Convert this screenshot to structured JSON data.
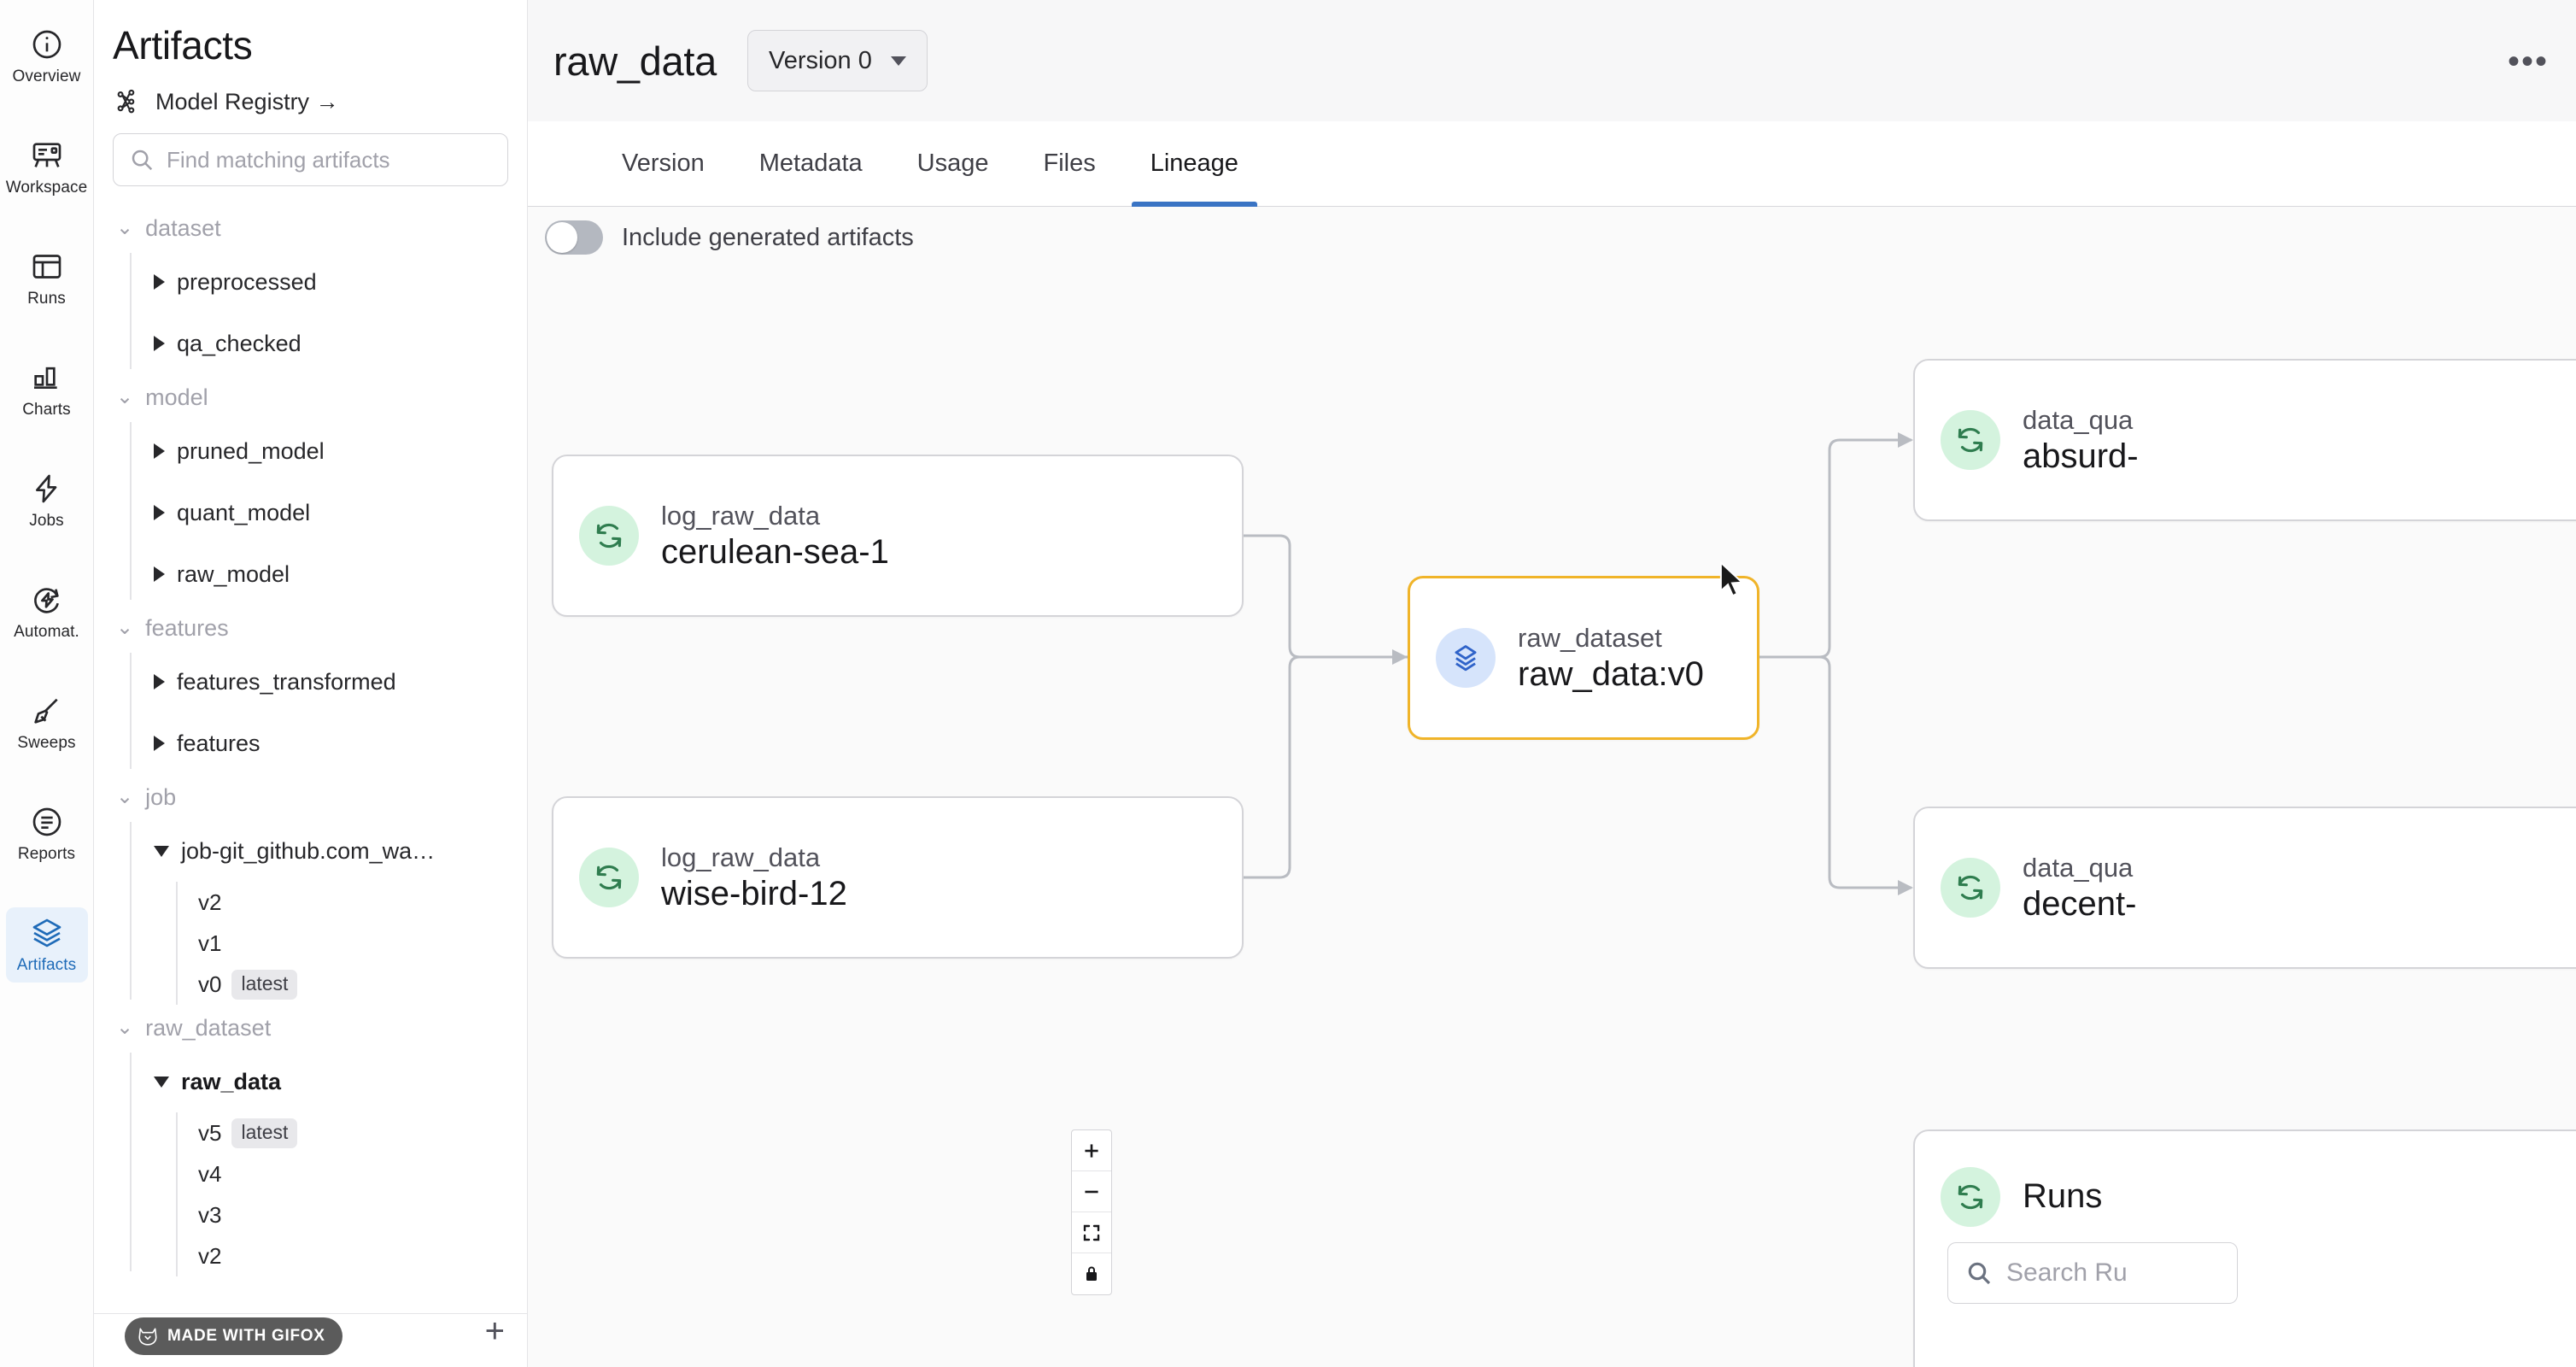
{
  "rail": {
    "items": [
      {
        "label": "Overview",
        "icon": "info-circle-icon",
        "active": false
      },
      {
        "label": "Workspace",
        "icon": "workspace-icon",
        "active": false
      },
      {
        "label": "Runs",
        "icon": "table-icon",
        "active": false
      },
      {
        "label": "Charts",
        "icon": "bar-chart-icon",
        "active": false
      },
      {
        "label": "Jobs",
        "icon": "bolt-icon",
        "active": false
      },
      {
        "label": "Automat.",
        "icon": "automation-icon",
        "active": false
      },
      {
        "label": "Sweeps",
        "icon": "broom-icon",
        "active": false
      },
      {
        "label": "Reports",
        "icon": "document-icon",
        "active": false
      },
      {
        "label": "Artifacts",
        "icon": "layers-icon",
        "active": true
      }
    ]
  },
  "panel": {
    "title": "Artifacts",
    "registry_link": "Model Registry →",
    "search_placeholder": "Find matching artifacts",
    "search_value": "",
    "add_label": "+",
    "groups": [
      {
        "label": "dataset",
        "expanded": true,
        "children": [
          {
            "label": "preprocessed",
            "expanded": false,
            "selected": false,
            "versions": []
          },
          {
            "label": "qa_checked",
            "expanded": false,
            "selected": false,
            "versions": []
          }
        ]
      },
      {
        "label": "model",
        "expanded": true,
        "children": [
          {
            "label": "pruned_model",
            "expanded": false,
            "selected": false,
            "versions": []
          },
          {
            "label": "quant_model",
            "expanded": false,
            "selected": false,
            "versions": []
          },
          {
            "label": "raw_model",
            "expanded": false,
            "selected": false,
            "versions": []
          }
        ]
      },
      {
        "label": "features",
        "expanded": true,
        "children": [
          {
            "label": "features_transformed",
            "expanded": false,
            "selected": false,
            "versions": []
          },
          {
            "label": "features",
            "expanded": false,
            "selected": false,
            "versions": []
          }
        ]
      },
      {
        "label": "job",
        "expanded": true,
        "children": [
          {
            "label": "job-git_github.com_wa…",
            "expanded": true,
            "selected": false,
            "versions": [
              {
                "label": "v2",
                "badge": ""
              },
              {
                "label": "v1",
                "badge": ""
              },
              {
                "label": "v0",
                "badge": "latest"
              }
            ]
          }
        ]
      },
      {
        "label": "raw_dataset",
        "expanded": true,
        "children": [
          {
            "label": "raw_data",
            "expanded": true,
            "selected": true,
            "versions": [
              {
                "label": "v5",
                "badge": "latest"
              },
              {
                "label": "v4",
                "badge": ""
              },
              {
                "label": "v3",
                "badge": ""
              },
              {
                "label": "v2",
                "badge": ""
              }
            ]
          }
        ]
      }
    ],
    "watermark": "MADE WITH GIFOX"
  },
  "header": {
    "artifact_name": "raw_data",
    "version_selector": "Version 0",
    "overflow": "•••"
  },
  "tabs": [
    {
      "label": "Version",
      "active": false
    },
    {
      "label": "Metadata",
      "active": false
    },
    {
      "label": "Usage",
      "active": false
    },
    {
      "label": "Files",
      "active": false
    },
    {
      "label": "Lineage",
      "active": true
    }
  ],
  "lineage": {
    "toggle_label": "Include generated artifacts",
    "toggle_on": false,
    "nodes": [
      {
        "id": "n1",
        "type": "log_raw_data",
        "name": "cerulean-sea-1",
        "kind": "run",
        "selected": false
      },
      {
        "id": "n2",
        "type": "log_raw_data",
        "name": "wise-bird-12",
        "kind": "run",
        "selected": false
      },
      {
        "id": "n3",
        "type": "raw_dataset",
        "name": "raw_data:v0",
        "kind": "artifact",
        "selected": true
      },
      {
        "id": "n4",
        "type": "data_qua",
        "name": "absurd-",
        "kind": "run",
        "selected": false
      },
      {
        "id": "n5",
        "type": "data_qua",
        "name": "decent-",
        "kind": "run",
        "selected": false
      }
    ],
    "runs_panel": {
      "title": "Runs",
      "search_placeholder": "Search Ru"
    },
    "zoom_controls": [
      {
        "name": "zoom-in-button",
        "glyph": "+"
      },
      {
        "name": "zoom-out-button",
        "glyph": "−"
      },
      {
        "name": "fit-view-button",
        "glyph": "⛶"
      },
      {
        "name": "lock-button",
        "glyph": "🔒"
      }
    ]
  },
  "colors": {
    "accent": "#3a74c4",
    "selected_node_border": "#f0b429",
    "run_blob": "#d4f3de",
    "artifact_blob": "#d6e4fb",
    "canvas": "#fafafa"
  }
}
